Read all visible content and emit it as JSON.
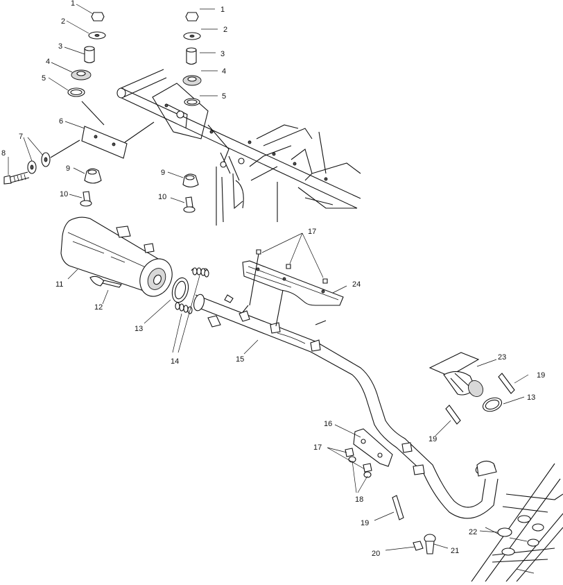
{
  "diagram": {
    "callouts": [
      {
        "id": "c1a",
        "text": "1"
      },
      {
        "id": "c1b",
        "text": "1"
      },
      {
        "id": "c2a",
        "text": "2"
      },
      {
        "id": "c2b",
        "text": "2"
      },
      {
        "id": "c3a",
        "text": "3"
      },
      {
        "id": "c3b",
        "text": "3"
      },
      {
        "id": "c4a",
        "text": "4"
      },
      {
        "id": "c4b",
        "text": "4"
      },
      {
        "id": "c5a",
        "text": "5"
      },
      {
        "id": "c5b",
        "text": "5"
      },
      {
        "id": "c6",
        "text": "6"
      },
      {
        "id": "c7",
        "text": "7"
      },
      {
        "id": "c8",
        "text": "8"
      },
      {
        "id": "c9a",
        "text": "9"
      },
      {
        "id": "c9b",
        "text": "9"
      },
      {
        "id": "c10a",
        "text": "10"
      },
      {
        "id": "c10b",
        "text": "10"
      },
      {
        "id": "c11",
        "text": "11"
      },
      {
        "id": "c12",
        "text": "12"
      },
      {
        "id": "c13a",
        "text": "13"
      },
      {
        "id": "c13b",
        "text": "13"
      },
      {
        "id": "c14",
        "text": "14"
      },
      {
        "id": "c15",
        "text": "15"
      },
      {
        "id": "c16",
        "text": "16"
      },
      {
        "id": "c17a",
        "text": "17"
      },
      {
        "id": "c17b",
        "text": "17"
      },
      {
        "id": "c18",
        "text": "18"
      },
      {
        "id": "c19a",
        "text": "19"
      },
      {
        "id": "c19b",
        "text": "19"
      },
      {
        "id": "c19c",
        "text": "19"
      },
      {
        "id": "c20",
        "text": "20"
      },
      {
        "id": "c21",
        "text": "21"
      },
      {
        "id": "c22",
        "text": "22"
      },
      {
        "id": "c23",
        "text": "23"
      },
      {
        "id": "c24",
        "text": "24"
      }
    ]
  }
}
